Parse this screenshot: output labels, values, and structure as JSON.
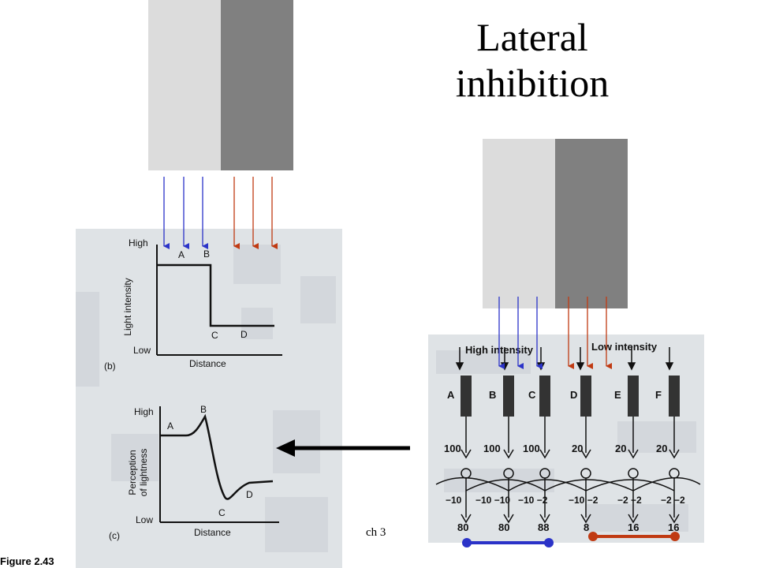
{
  "title_line1": "Lateral",
  "title_line2": "inhibition",
  "footer_text": "ch 3",
  "figure": {
    "caption": "Figure 2.43",
    "panel_b": {
      "y_high": "High",
      "y_low": "Low",
      "y_axis_label": "Light intensity",
      "x_axis_label": "Distance",
      "points": [
        "A",
        "B",
        "C",
        "D"
      ],
      "panel_tag": "(b)"
    },
    "panel_c": {
      "y_high": "High",
      "y_low": "Low",
      "y_axis_label_line1": "Perception",
      "y_axis_label_line2": "of lightness",
      "x_axis_label": "Distance",
      "points": [
        "A",
        "B",
        "C",
        "D"
      ],
      "panel_tag": "(c)"
    }
  },
  "receptor_diagram": {
    "high_label": "High intensity",
    "low_label": "Low intensity",
    "receptors": [
      "A",
      "B",
      "C",
      "D",
      "E",
      "F"
    ],
    "inputs": [
      "100",
      "100",
      "100",
      "20",
      "20",
      "20"
    ],
    "inhibition": [
      "−10",
      "−10 −10",
      "−10 −2",
      "−10 −2",
      "−2 −2",
      "−2 −2"
    ],
    "outputs": [
      "80",
      "80",
      "88",
      "8",
      "16",
      "16"
    ]
  },
  "colors": {
    "light_gray": "#dcdcdc",
    "dark_gray": "#808080",
    "blue_arrow": "#2b33c8",
    "red_arrow": "#c03a12"
  }
}
